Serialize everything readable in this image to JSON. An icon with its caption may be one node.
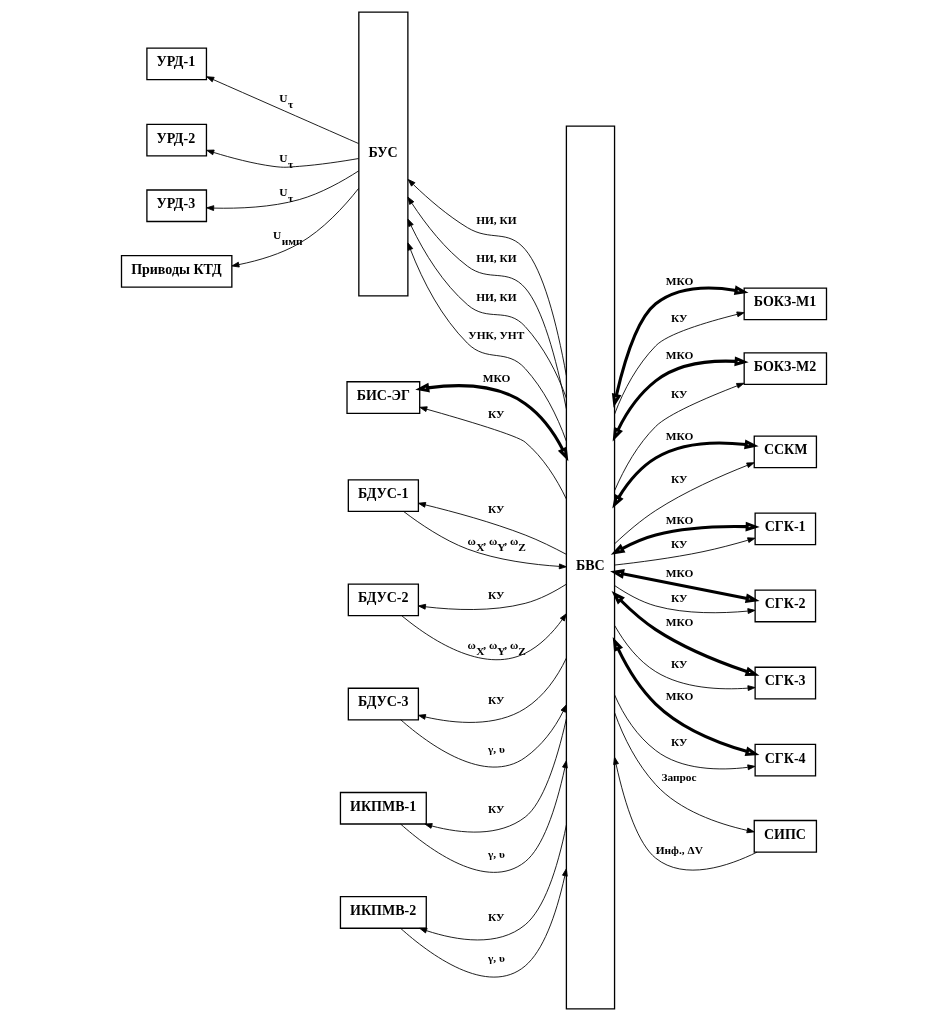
{
  "diagram": {
    "nodes": [
      {
        "text": [
          "УРД-1"
        ]
      },
      {
        "text": [
          "УРД-2"
        ]
      },
      {
        "text": [
          "УРД-3"
        ]
      },
      {
        "text": [
          "Приводы КТД"
        ]
      },
      {
        "text": [
          "БУС"
        ]
      },
      {
        "text": [
          "БВС"
        ]
      },
      {
        "text": [
          "БИС-ЭГ"
        ]
      },
      {
        "text": [
          "БДУС-1"
        ]
      },
      {
        "text": [
          "БДУС-2"
        ]
      },
      {
        "text": [
          "БДУС-3"
        ]
      },
      {
        "text": [
          "ИКПМВ-1"
        ]
      },
      {
        "text": [
          "ИКПМВ-2"
        ]
      },
      {
        "text": [
          "БОКЗ-М1"
        ]
      },
      {
        "text": [
          "БОКЗ-М2"
        ]
      },
      {
        "text": [
          "ССКМ"
        ]
      },
      {
        "text": [
          "СГК-1"
        ]
      },
      {
        "text": [
          "СГК-2"
        ]
      },
      {
        "text": [
          "СГК-3"
        ]
      },
      {
        "text": [
          "СГК-4"
        ]
      },
      {
        "text": [
          "СИПС"
        ]
      }
    ],
    "edges": [
      {
        "from": 4,
        "to": 0,
        "arrow": "to",
        "label": "U$_{τ}$"
      },
      {
        "from": 4,
        "to": 1,
        "arrow": "to",
        "label": "U$_{τ}$"
      },
      {
        "from": 4,
        "to": 2,
        "arrow": "to",
        "label": "U$_{τ}$"
      },
      {
        "from": 4,
        "to": 3,
        "arrow": "to",
        "label": "U$_{имп}$"
      },
      {
        "from": 5,
        "to": 4,
        "arrow": "to",
        "label": "НИ, КИ"
      },
      {
        "from": 5,
        "to": 4,
        "arrow": "to",
        "label": "НИ, КИ"
      },
      {
        "from": 5,
        "to": 4,
        "arrow": "to",
        "label": "НИ, КИ"
      },
      {
        "from": 5,
        "to": 4,
        "arrow": "to",
        "label": "УНК, УНТ"
      },
      {
        "from": 6,
        "to": 5,
        "arrow": "both",
        "label": "МКО",
        "style": "thick"
      },
      {
        "from": 5,
        "to": 6,
        "arrow": "to",
        "label": "КУ"
      },
      {
        "from": 7,
        "to": 5,
        "arrow": "to",
        "label": "ω$_{X}$, ω$_{Y}$, ω$_{Z}$"
      },
      {
        "from": 5,
        "to": 7,
        "arrow": "to",
        "label": "КУ"
      },
      {
        "from": 8,
        "to": 5,
        "arrow": "to",
        "label": "ω$_{X}$, ω$_{Y}$, ω$_{Z}$"
      },
      {
        "from": 5,
        "to": 8,
        "arrow": "to",
        "label": "КУ"
      },
      {
        "from": 9,
        "to": 5,
        "arrow": "to",
        "label": "γ, υ"
      },
      {
        "from": 5,
        "to": 9,
        "arrow": "to",
        "label": "КУ"
      },
      {
        "from": 10,
        "to": 5,
        "arrow": "to",
        "label": "γ, υ"
      },
      {
        "from": 5,
        "to": 10,
        "arrow": "to",
        "label": "КУ"
      },
      {
        "from": 11,
        "to": 5,
        "arrow": "to",
        "label": "γ, υ"
      },
      {
        "from": 5,
        "to": 11,
        "arrow": "to",
        "label": "КУ"
      },
      {
        "from": 5,
        "to": 12,
        "arrow": "both",
        "label": "МКО",
        "style": "thick"
      },
      {
        "from": 5,
        "to": 12,
        "arrow": "to",
        "label": "КУ"
      },
      {
        "from": 5,
        "to": 13,
        "arrow": "both",
        "label": "МКО",
        "style": "thick"
      },
      {
        "from": 5,
        "to": 13,
        "arrow": "to",
        "label": "КУ"
      },
      {
        "from": 5,
        "to": 14,
        "arrow": "both",
        "label": "МКО",
        "style": "thick"
      },
      {
        "from": 5,
        "to": 14,
        "arrow": "to",
        "label": "КУ"
      },
      {
        "from": 5,
        "to": 15,
        "arrow": "both",
        "label": "МКО",
        "style": "thick"
      },
      {
        "from": 5,
        "to": 15,
        "arrow": "to",
        "label": "КУ"
      },
      {
        "from": 5,
        "to": 16,
        "arrow": "both",
        "label": "МКО",
        "style": "thick"
      },
      {
        "from": 5,
        "to": 16,
        "arrow": "to",
        "label": "КУ"
      },
      {
        "from": 5,
        "to": 17,
        "arrow": "both",
        "label": "МКО",
        "style": "thick"
      },
      {
        "from": 5,
        "to": 17,
        "arrow": "to",
        "label": "КУ"
      },
      {
        "from": 5,
        "to": 18,
        "arrow": "both",
        "label": "МКО",
        "style": "thick"
      },
      {
        "from": 5,
        "to": 18,
        "arrow": "to",
        "label": "КУ"
      },
      {
        "from": 5,
        "to": 19,
        "arrow": "to",
        "label": "Запрос"
      },
      {
        "from": 19,
        "to": 5,
        "arrow": "to",
        "label": "Инф., ΔV"
      }
    ]
  }
}
